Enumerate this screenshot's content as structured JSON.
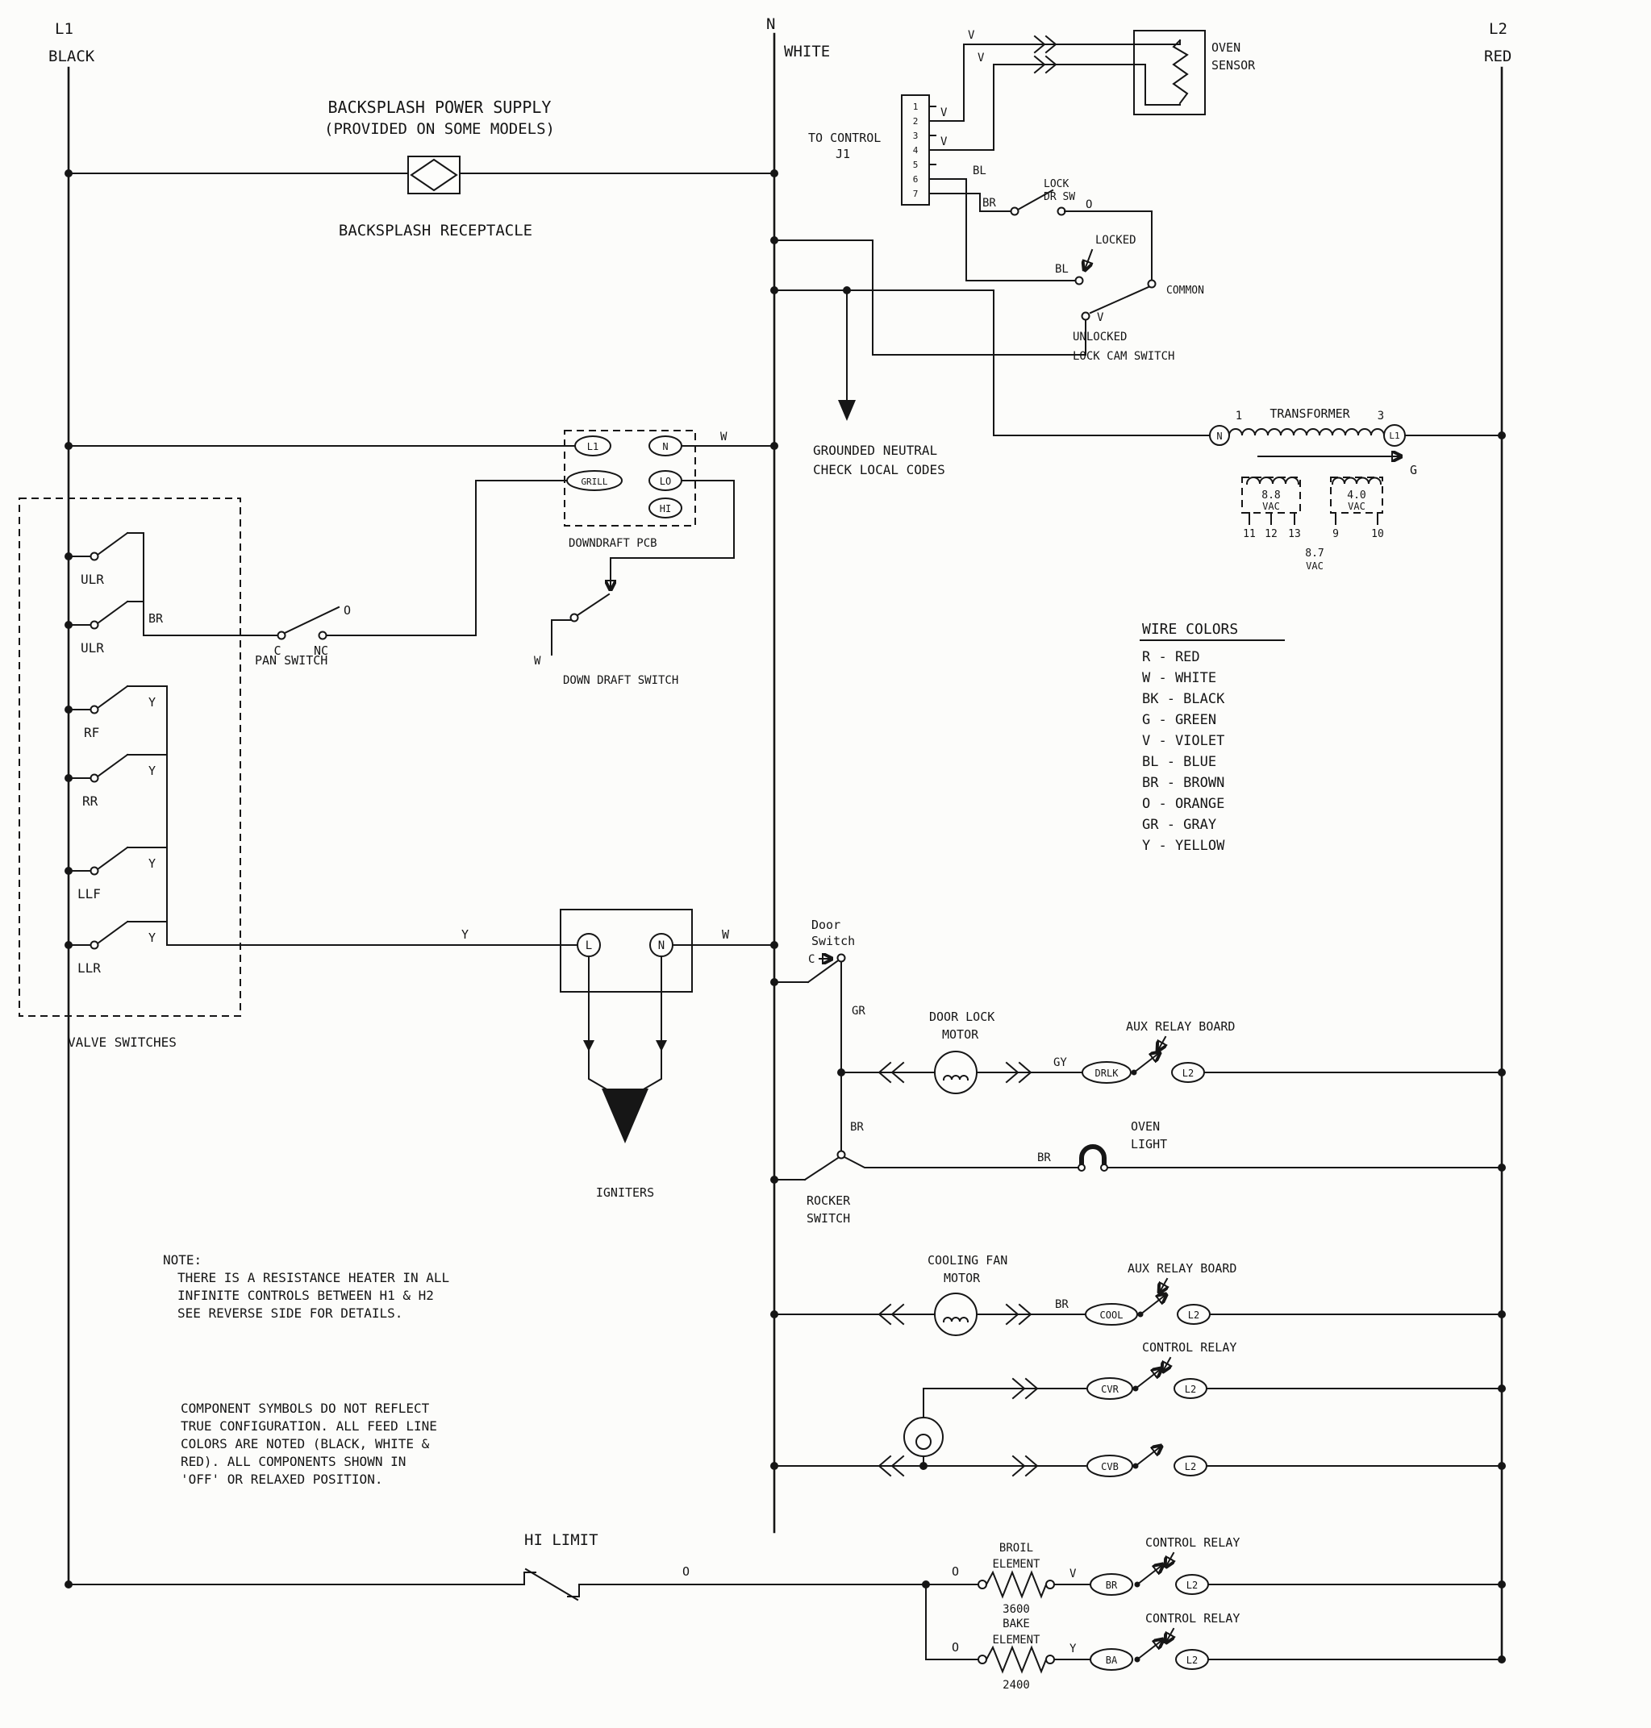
{
  "buses": {
    "l1": "L1",
    "l1_color": "BLACK",
    "n": "N",
    "n_color": "WHITE",
    "l2": "L2",
    "l2_color": "RED"
  },
  "backsplash": {
    "line1": "BACKSPLASH POWER SUPPLY",
    "line2": "(PROVIDED ON SOME MODELS)",
    "receptacle": "BACKSPLASH RECEPTACLE"
  },
  "sensor": {
    "name1": "OVEN",
    "name2": "SENSOR",
    "v1": "V",
    "v2": "V",
    "v3": "V",
    "v4": "V"
  },
  "control": {
    "to_control": "TO CONTROL",
    "j1": "J1",
    "pins": [
      "1",
      "2",
      "3",
      "4",
      "5",
      "6",
      "7"
    ],
    "bl": "BL",
    "br": "BR"
  },
  "lock": {
    "name1": "LOCK",
    "name2": "DR SW",
    "o": "O",
    "locked": "LOCKED",
    "bl": "BL",
    "common": "COMMON",
    "v": "V",
    "unlocked": "UNLOCKED",
    "cam": "LOCK CAM SWITCH"
  },
  "transformer": {
    "pin1": "1",
    "title": "TRANSFORMER",
    "pin3": "3",
    "n": "N",
    "l1": "L1",
    "g": "G",
    "sec1": "8.8",
    "sec1u": "VAC",
    "sec2": "4.0",
    "sec2u": "VAC",
    "sec3": "8.7",
    "sec3u": "VAC",
    "p11": "11",
    "p12": "12",
    "p13": "13",
    "p9": "9",
    "p10": "10"
  },
  "neutral": {
    "line1": "GROUNDED NEUTRAL",
    "line2": "CHECK LOCAL CODES"
  },
  "downdraft": {
    "t_l1": "L1",
    "t_n": "N",
    "t_grill": "GRILL",
    "t_lo": "LO",
    "t_hi": "HI",
    "pcb": "DOWNDRAFT PCB",
    "w1": "W",
    "w2": "W",
    "switch_label": "DOWN DRAFT SWITCH"
  },
  "pan": {
    "c": "C",
    "nc": "NC",
    "o": "O",
    "label": "PAN SWITCH"
  },
  "valves": {
    "s1": "ULR",
    "s2": "ULR",
    "s3": "RF",
    "s4": "RR",
    "s5": "LLF",
    "s6": "LLR",
    "br": "BR",
    "y1": "Y",
    "y2": "Y",
    "y3": "Y",
    "y4": "Y",
    "y_out": "Y",
    "label": "VALVE SWITCHES"
  },
  "wire_colors": {
    "title": "WIRE COLORS",
    "items": [
      "R - RED",
      "W - WHITE",
      "BK - BLACK",
      "G - GREEN",
      "V - VIOLET",
      "BL - BLUE",
      "BR - BROWN",
      "O - ORANGE",
      "GR - GRAY",
      "Y - YELLOW"
    ]
  },
  "igniters": {
    "l": "L",
    "n": "N",
    "w": "W",
    "label": "IGNITERS"
  },
  "door_switch": {
    "line1": "Door",
    "line2": "Switch",
    "c": "C",
    "gr": "GR"
  },
  "rocker": {
    "line1": "ROCKER",
    "line2": "SWITCH",
    "br": "BR"
  },
  "door_lock": {
    "line1": "DOOR LOCK",
    "line2": "MOTOR",
    "board": "AUX RELAY BOARD",
    "gy": "GY",
    "relay": "DRLK",
    "l2": "L2"
  },
  "oven_light": {
    "line1": "OVEN",
    "line2": "LIGHT",
    "br": "BR"
  },
  "cooling": {
    "line1": "COOLING FAN",
    "line2": "MOTOR",
    "board": "AUX RELAY BOARD",
    "br": "BR",
    "relay": "COOL",
    "l2": "L2"
  },
  "cvr": {
    "label": "CONTROL RELAY",
    "relay": "CVR",
    "l2": "L2"
  },
  "cvb": {
    "relay": "CVB",
    "l2": "L2"
  },
  "note": {
    "title": "NOTE:",
    "lines": [
      "THERE IS A RESISTANCE HEATER IN ALL",
      "INFINITE CONTROLS BETWEEN H1 & H2",
      "SEE REVERSE SIDE FOR DETAILS."
    ]
  },
  "disclaimer": {
    "lines": [
      "COMPONENT SYMBOLS DO NOT REFLECT",
      "TRUE CONFIGURATION. ALL FEED LINE",
      "COLORS ARE NOTED (BLACK, WHITE &",
      "RED). ALL COMPONENTS SHOWN IN",
      "'OFF' OR RELAXED POSITION."
    ]
  },
  "hi_limit": {
    "label": "HI LIMIT",
    "o1": "O",
    "o2": "O"
  },
  "broil": {
    "line1": "BROIL",
    "line2": "ELEMENT",
    "watts": "3600",
    "wire": "V",
    "tag": "BR",
    "control": "CONTROL RELAY",
    "l2": "L2"
  },
  "bake": {
    "line1": "BAKE",
    "line2": "ELEMENT",
    "watts": "2400",
    "o": "O",
    "wire": "Y",
    "tag": "BA",
    "control": "CONTROL RELAY",
    "l2": "L2"
  }
}
